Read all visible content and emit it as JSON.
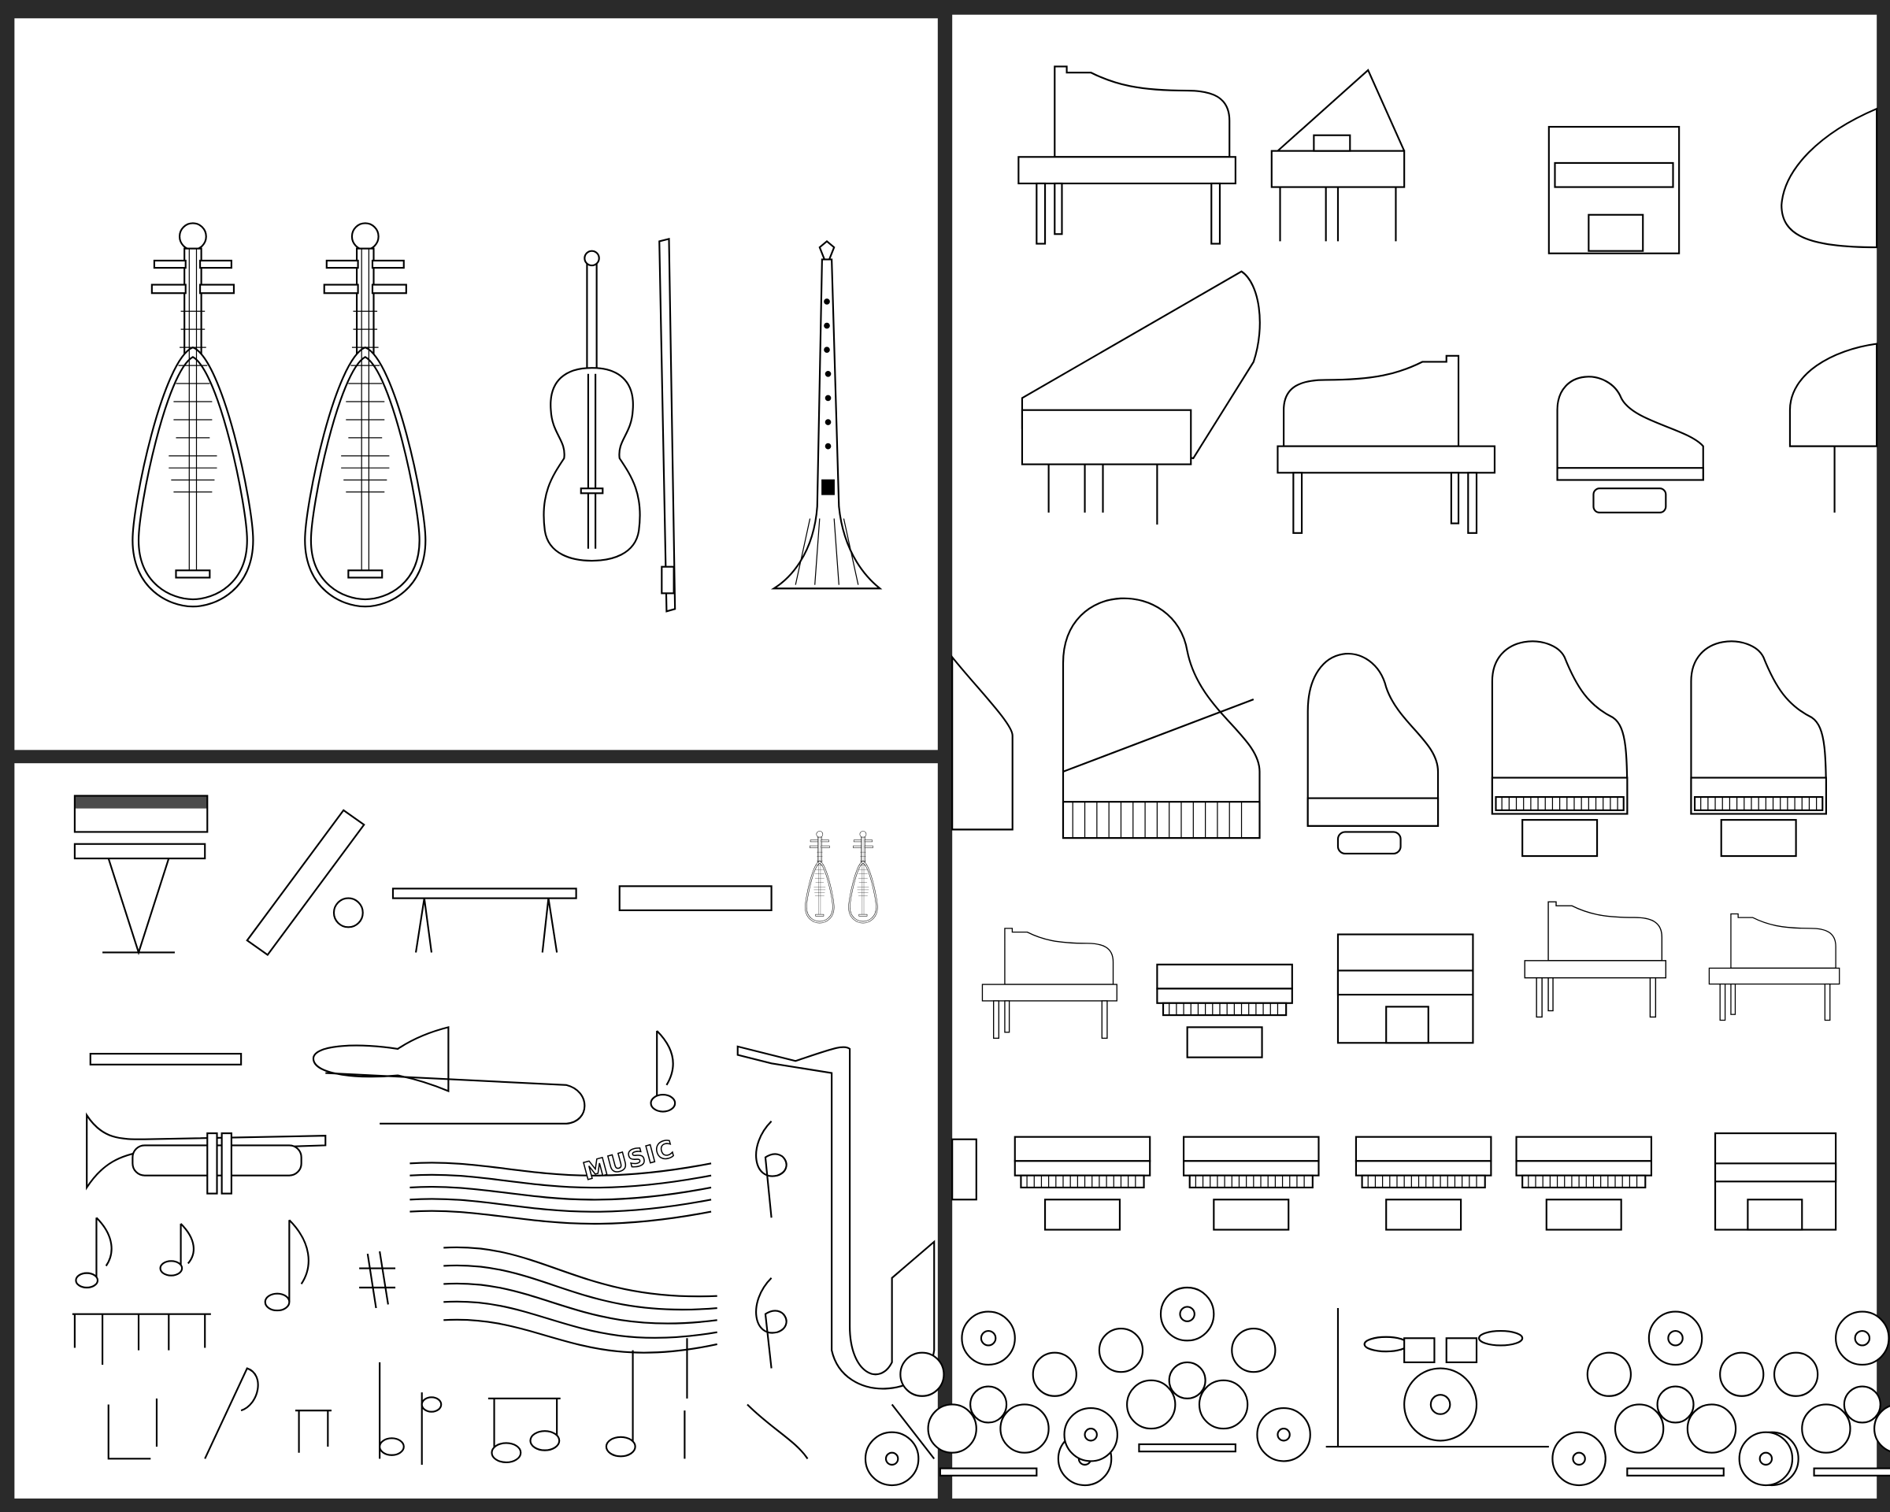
{
  "collage": {
    "panels": [
      {
        "name": "chinese-and-string-instruments"
      },
      {
        "name": "instruments-and-music-notes"
      },
      {
        "name": "pianos-and-drum-kits"
      }
    ],
    "staff_text": "MUSIC",
    "colors": {
      "background": "#2a2a2a",
      "panel": "#ffffff",
      "line": "#000000"
    }
  }
}
